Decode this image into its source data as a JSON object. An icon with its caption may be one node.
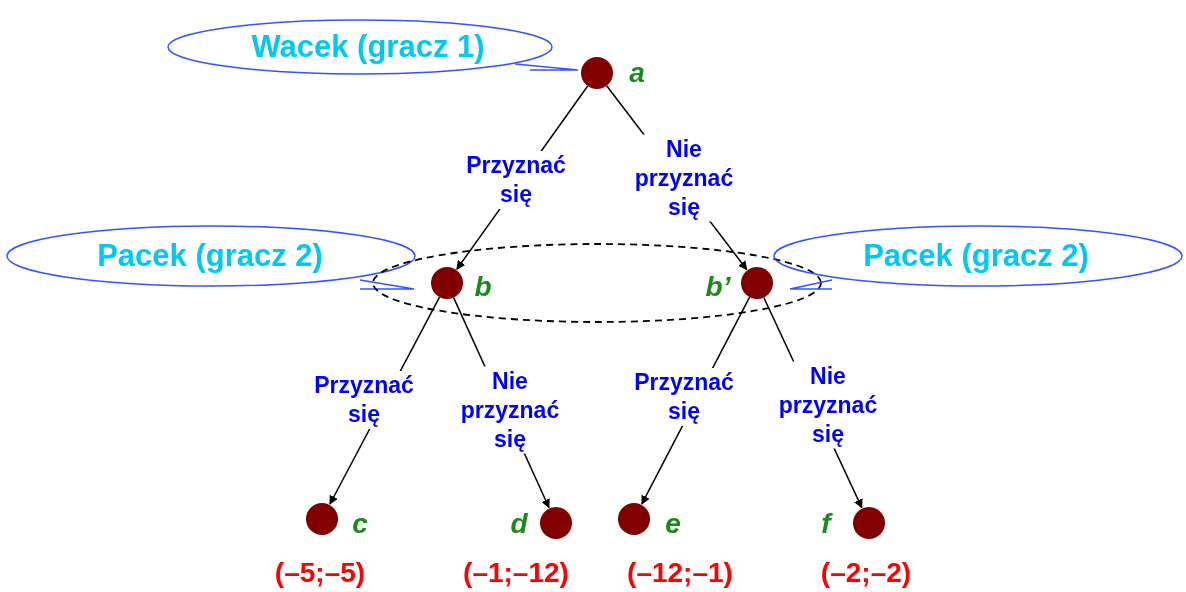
{
  "diagram": {
    "nodes": [
      {
        "text": [
          "Wacek (gracz 1)"
        ]
      },
      {
        "text": [],
        "shape": "circle",
        "beside": [
          "a"
        ]
      },
      {
        "text": [
          "Pacek (gracz 2)"
        ]
      },
      {
        "text": [],
        "shape": "ellipse"
      },
      {
        "text": [],
        "shape": "circle",
        "beside": [
          "b"
        ],
        "in": 3
      },
      {
        "text": [],
        "shape": "circle",
        "beside": [
          "b’"
        ],
        "in": 3
      },
      {
        "text": [
          "Pacek (gracz 2)"
        ]
      },
      {
        "text": [],
        "shape": "circle",
        "beside": [
          "c",
          "(–5;–5)"
        ]
      },
      {
        "text": [],
        "shape": "circle",
        "beside": [
          "d",
          "(–1;–12)"
        ]
      },
      {
        "text": [],
        "shape": "circle",
        "beside": [
          "e",
          "(–12;–1)"
        ]
      },
      {
        "text": [],
        "shape": "circle",
        "beside": [
          "f",
          "(–2;–2)"
        ]
      }
    ],
    "edges": [
      {
        "from": 1,
        "to": 4,
        "arrow": "to",
        "label": "Przyznać się"
      },
      {
        "from": 1,
        "to": 5,
        "arrow": "to",
        "label": "Nie przyznać się"
      },
      {
        "from": 4,
        "to": 7,
        "arrow": "to",
        "label": "Przyznać się"
      },
      {
        "from": 4,
        "to": 8,
        "arrow": "to",
        "label": "Nie przyznać się"
      },
      {
        "from": 5,
        "to": 9,
        "arrow": "to",
        "label": "Przyznać się"
      },
      {
        "from": 5,
        "to": 10,
        "arrow": "to",
        "label": "Nie przyznać się"
      }
    ]
  }
}
